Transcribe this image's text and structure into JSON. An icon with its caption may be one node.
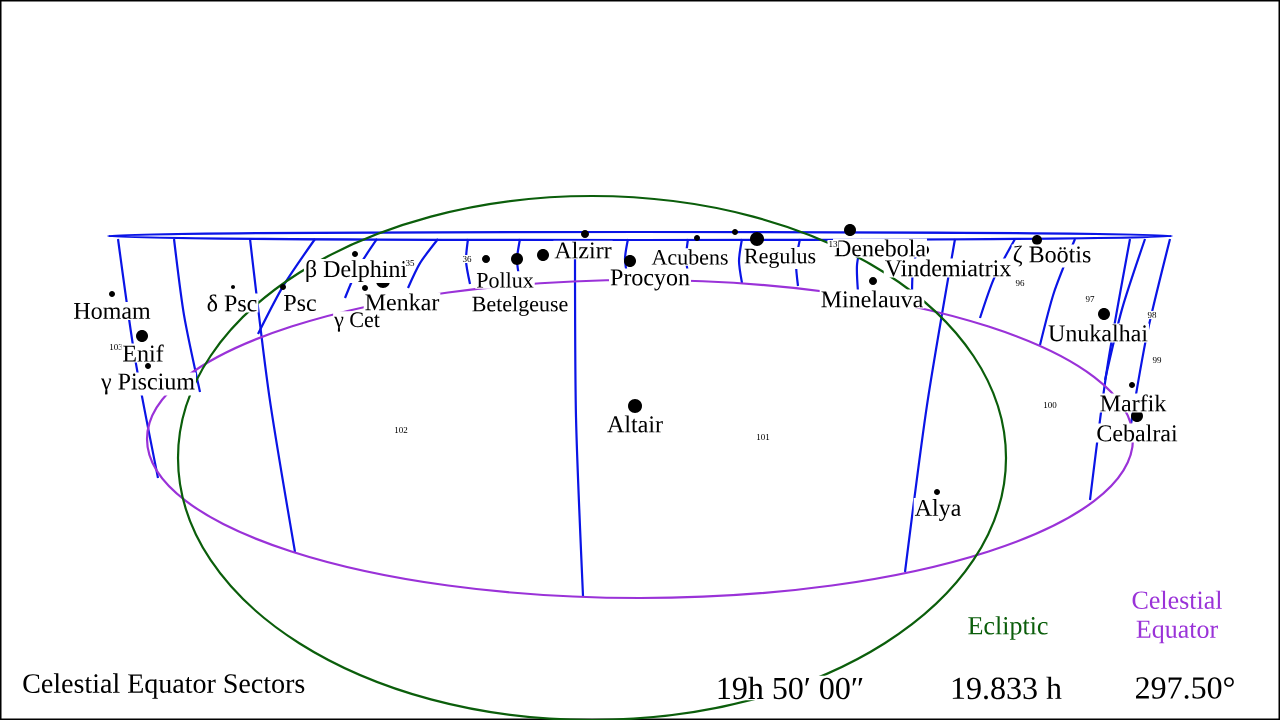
{
  "diagram": {
    "title": "Celestial Equator Sectors",
    "labels": [
      "Homam",
      "103",
      "Enif",
      "γ Piscium",
      "δ Psc",
      "Psc",
      "β Delphini",
      "35",
      "Menkar",
      "γ Cet",
      "36",
      "Betelgeuse",
      "Pollux",
      "Alzirr",
      "Procyon",
      "Acubens",
      "Regulus",
      "Denebola",
      "13",
      "Vindemiatrix",
      "Minelauva",
      "ζ Boötis",
      "96",
      "97",
      "Unukalhai",
      "98",
      "99",
      "100",
      "Marfik",
      "Cebalrai",
      "102",
      "Altair",
      "101",
      "Alya",
      "Ecliptic",
      "Celestial Equator",
      "19h 50′ 00″",
      "19.833 h",
      "297.50°"
    ]
  }
}
